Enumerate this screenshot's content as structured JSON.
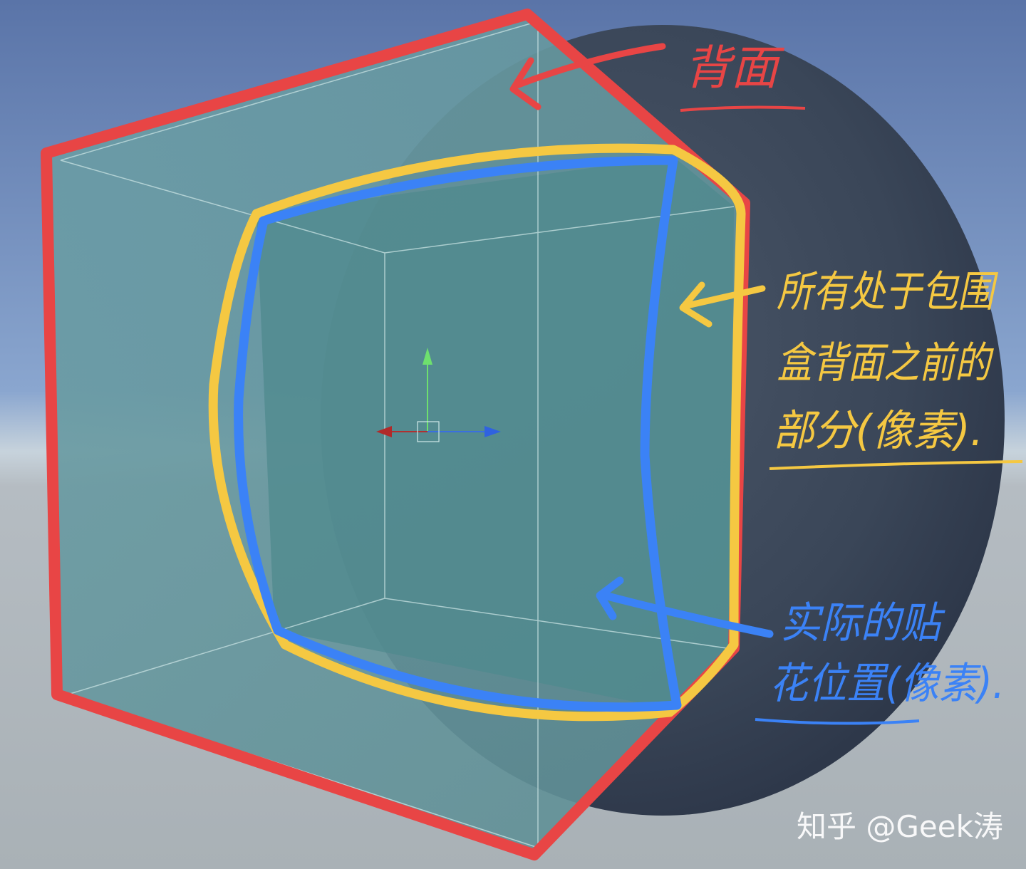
{
  "annotations": {
    "back_face": "背面",
    "front_of_back_line1": "所有处于包围",
    "front_of_back_line2": "盒背面之前的",
    "front_of_back_line3": "部分(像素).",
    "actual_decal_line1": "实际的贴",
    "actual_decal_line2": "花位置(像素)."
  },
  "watermark": "知乎 @Geek涛",
  "colors": {
    "back_face_outline": "#e84545",
    "front_region_outline": "#f5c842",
    "decal_region_outline": "#3b82f6",
    "box_fill": "#6fa3a8",
    "sphere": "#3a4658"
  },
  "gizmo": {
    "axes": [
      "x-axis-red",
      "y-axis-green",
      "z-axis-blue"
    ]
  }
}
